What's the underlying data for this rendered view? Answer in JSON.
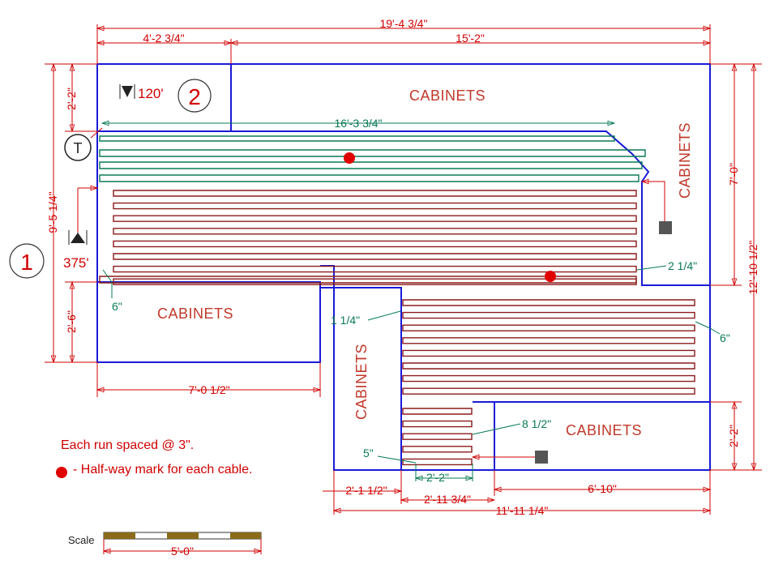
{
  "dimensions": {
    "overall_width": "19'-4 3/4\"",
    "top_left_width": "4'-2 3/4\"",
    "top_right_width": "15'-2\"",
    "left_top_height": "2'-2\"",
    "left_mid_height": "9'-5 1/4\"",
    "left_bottom_height": "2'-6\"",
    "right_top_height": "7'-0\"",
    "right_overall_height": "12'-10 1/2\"",
    "right_bottom_height": "2'-2\"",
    "bottom_left_width": "7'-0 1/2\"",
    "bottom_a": "2'-1 1/2\"",
    "bottom_b": "2'-11 3/4\"",
    "bottom_c": "6'-10\"",
    "bottom_overall": "11'-11 1/4\"",
    "scale_length": "5'-0\""
  },
  "green_dims": {
    "top_run": "16'-3 3/4\"",
    "right_gap": "2 1/4\"",
    "left_gap": "6\"",
    "mid_gap": "1 1/4\"",
    "right_lower_gap": "6\"",
    "lower_gap": "8 1/2\"",
    "bottom_gap": "5\"",
    "bottom_width": "2'-2\""
  },
  "labels": {
    "cabinets_top": "CABINETS",
    "cabinets_right": "CABINETS",
    "cabinets_left": "CABINETS",
    "cabinets_center": "CABINETS",
    "cabinets_bottom_right": "CABINETS",
    "thermostat": "T",
    "zone_1": "1",
    "zone_2": "2",
    "cable_length_2": "120'",
    "cable_length_1": "375'",
    "scale": "Scale"
  },
  "notes": {
    "spacing": "Each run spaced @ 3\".",
    "halfway": "- Half-way mark for each cable."
  },
  "colors": {
    "wall": "#1a1ad8",
    "dimension": "#d00000",
    "cable_zone1": "#8b1a1a",
    "cable_zone2": "#0a7a55",
    "halfway_mark": "#e00000"
  }
}
